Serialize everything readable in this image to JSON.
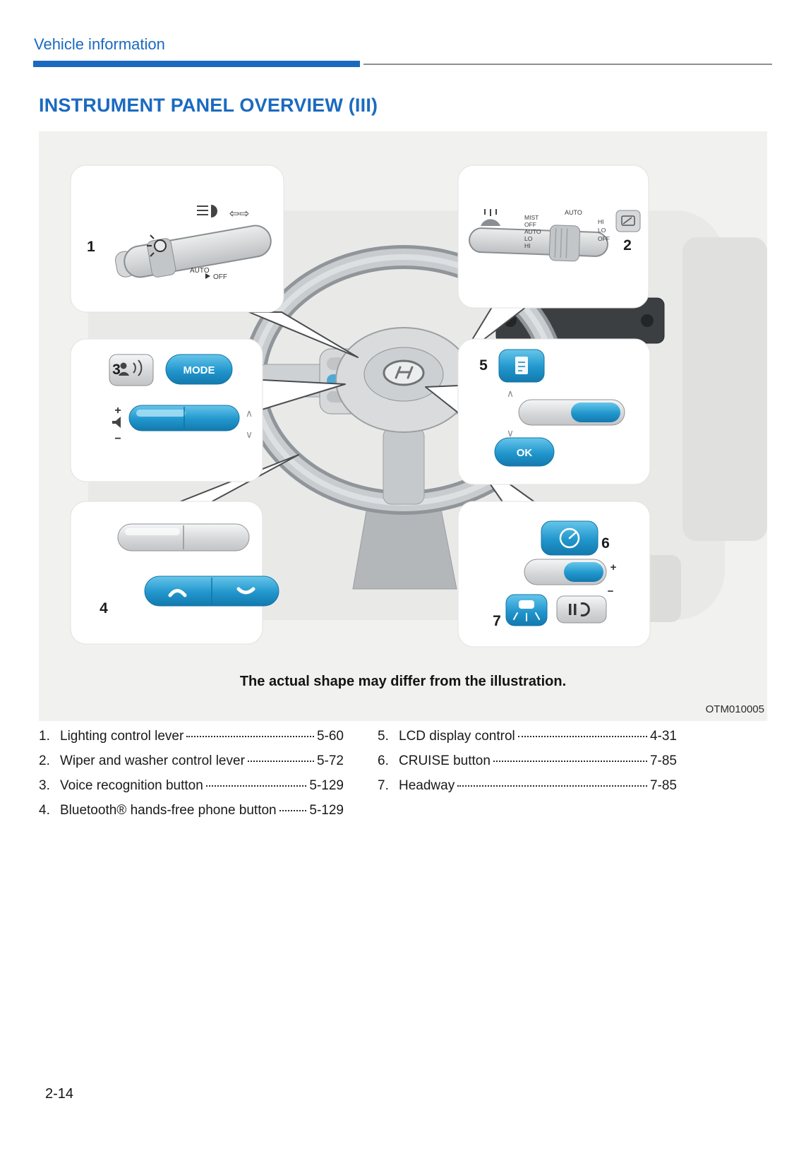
{
  "page": {
    "header": "Vehicle information",
    "title": "INSTRUMENT PANEL OVERVIEW (III)",
    "caption": "The actual shape may differ from the illustration.",
    "figure_code": "OTM010005",
    "page_number": "2-14"
  },
  "legend": {
    "left": [
      {
        "num": "1.",
        "label": "Lighting control lever",
        "page": "5-60"
      },
      {
        "num": "2.",
        "label": "Wiper and washer control lever",
        "page": "5-72"
      },
      {
        "num": "3.",
        "label": "Voice recognition button",
        "page": "5-129"
      },
      {
        "num": "4.",
        "label": "Bluetooth® hands-free phone button",
        "page": "5-129"
      }
    ],
    "right": [
      {
        "num": "5.",
        "label": "LCD display control",
        "page": "4-31"
      },
      {
        "num": "6.",
        "label": "CRUISE button",
        "page": "7-85"
      },
      {
        "num": "7.",
        "label": "Headway",
        "page": "7-85"
      }
    ]
  },
  "illustration": {
    "callouts": [
      "1",
      "2",
      "3",
      "4",
      "5",
      "6",
      "7"
    ],
    "labels": {
      "mode": "MODE",
      "ok": "OK",
      "auto": "AUTO",
      "off": "OFF",
      "plus": "+",
      "minus": "−",
      "arrows": "⇦⇨",
      "chevron_up": "∧",
      "chevron_down": "∨",
      "wiper_column": [
        "MIST",
        "OFF",
        "AUTO",
        "LO",
        "HI"
      ],
      "wiper_right": [
        "HI",
        "LO",
        "OFF"
      ]
    },
    "colors": {
      "accent_blue": "#1b6ac0",
      "button_blue": "#2196cd",
      "figure_bg": "#f1f1ef"
    }
  }
}
